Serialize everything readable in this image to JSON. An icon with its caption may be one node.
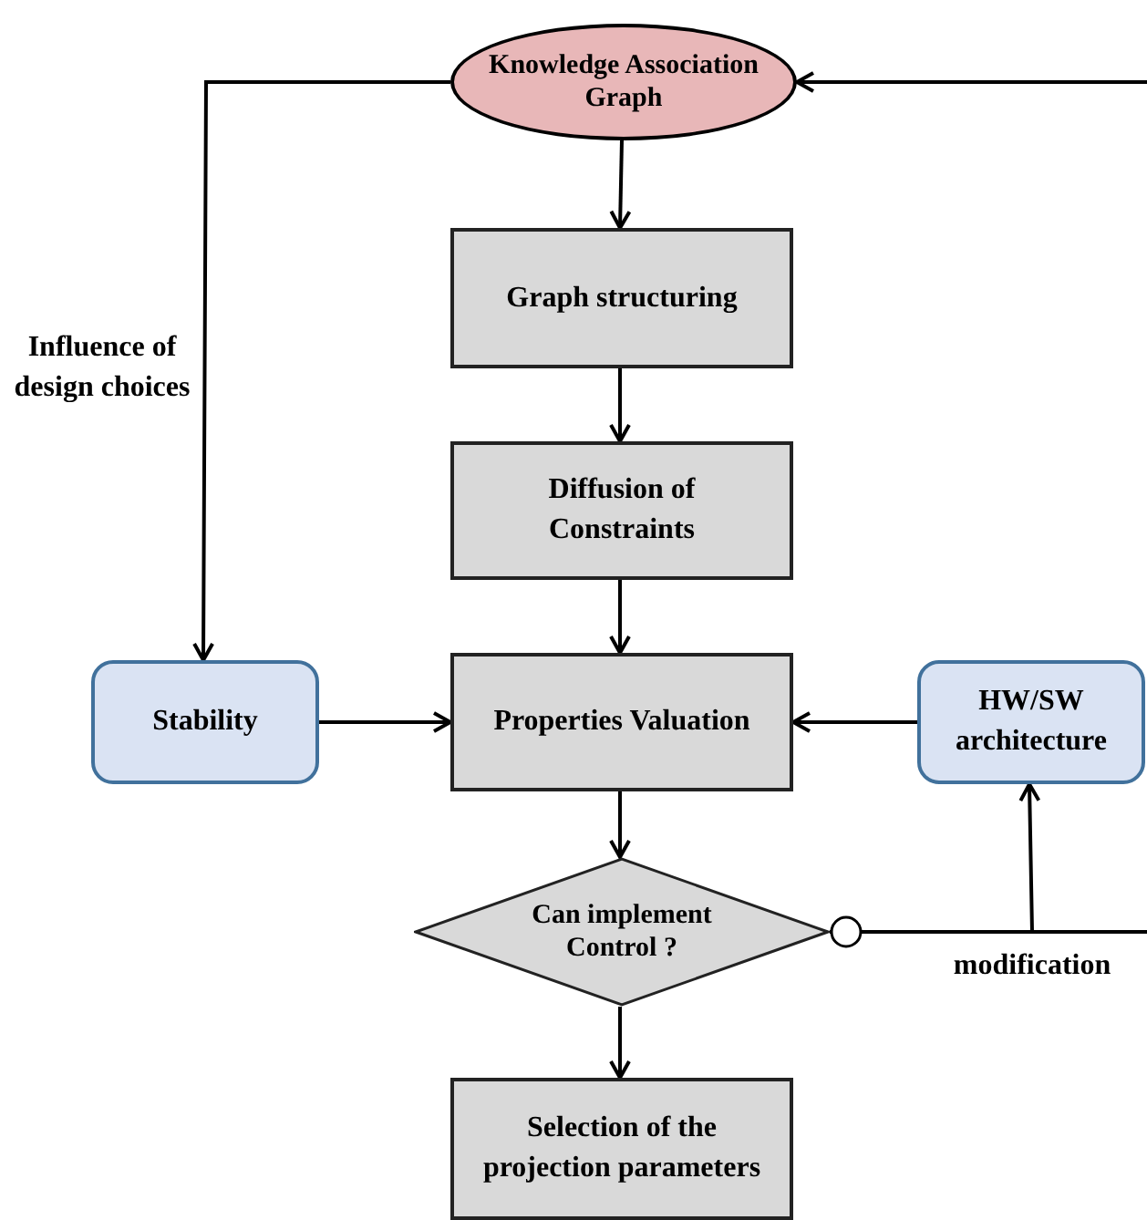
{
  "diagram": {
    "nodes": [
      {
        "text": [
          "Knowledge Association Graph"
        ]
      },
      {
        "text": [
          "Graph structuring"
        ]
      },
      {
        "text": [
          "Diffusion of Constraints"
        ]
      },
      {
        "text": [
          "Stability"
        ]
      },
      {
        "text": [
          "Properties Valuation"
        ]
      },
      {
        "text": [
          "HW/SW architecture"
        ]
      },
      {
        "text": [
          "Can implement Control ?"
        ]
      },
      {
        "text": [
          "Selection of the projection parameters"
        ]
      }
    ],
    "edges": [
      {
        "from": 0,
        "to": 1,
        "arrow": "to"
      },
      {
        "from": 1,
        "to": 2,
        "arrow": "to"
      },
      {
        "from": 2,
        "to": 4,
        "arrow": "to"
      },
      {
        "from": 0,
        "to": 3,
        "arrow": "to",
        "label": "Influence of design choices"
      },
      {
        "from": 3,
        "to": 4,
        "arrow": "to"
      },
      {
        "from": 5,
        "to": 4,
        "arrow": "to"
      },
      {
        "from": 4,
        "to": 6,
        "arrow": "to"
      },
      {
        "from": 6,
        "to": 7,
        "arrow": "to"
      },
      {
        "from": 6,
        "to": 5,
        "arrow": "to",
        "label": "modification"
      },
      {
        "from": 6,
        "to": null,
        "arrow": "other"
      },
      {
        "from": null,
        "to": 0,
        "arrow": "to"
      }
    ]
  }
}
